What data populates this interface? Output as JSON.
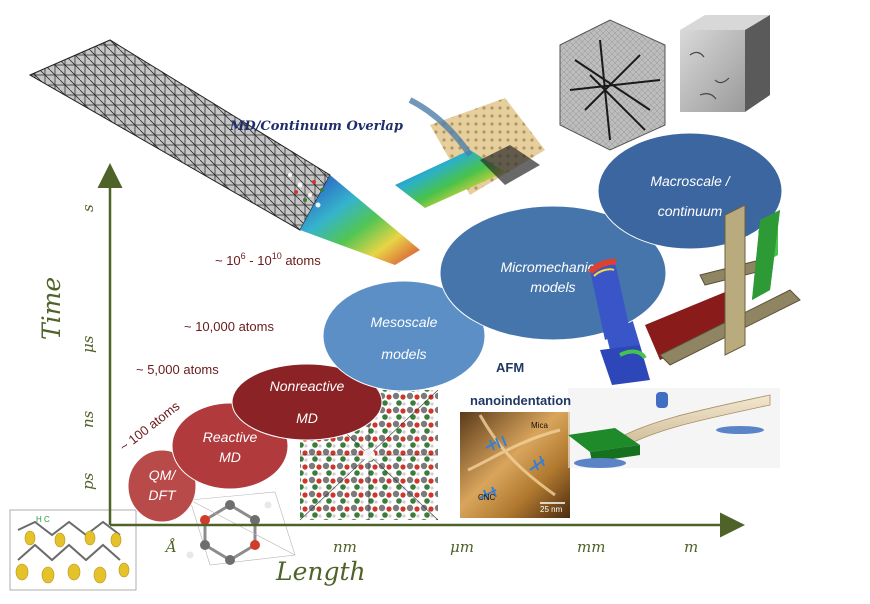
{
  "axes": {
    "x_title": "Length",
    "y_title": "Time",
    "x_ticks": [
      "Å",
      "nm",
      "μm",
      "mm",
      "m"
    ],
    "y_ticks": [
      "ps",
      "ns",
      "μs",
      "s"
    ]
  },
  "scales": [
    {
      "key": "qm",
      "lines": [
        "QM/",
        "DFT"
      ],
      "color": "#b94a4a"
    },
    {
      "key": "reactive",
      "lines": [
        "Reactive",
        "MD"
      ],
      "color": "#b03a3c"
    },
    {
      "key": "nonreactive",
      "lines": [
        "Nonreactive",
        "MD"
      ],
      "color": "#8b2326"
    },
    {
      "key": "mesoscale",
      "lines": [
        "Mesoscale",
        "models"
      ],
      "color": "#5b8fc6"
    },
    {
      "key": "micromechanical",
      "lines": [
        "Micromechanical",
        "models"
      ],
      "color": "#4675ac"
    },
    {
      "key": "macroscale",
      "lines": [
        "Macroscale /",
        "continuum"
      ],
      "color": "#3c66a0"
    }
  ],
  "atom_counts": [
    {
      "key": "c100",
      "text": "~ 100 atoms"
    },
    {
      "key": "c5000",
      "text": "~ 5,000 atoms"
    },
    {
      "key": "c10000",
      "text": "~ 10,000 atoms"
    }
  ],
  "atom_range": {
    "prefix": "~ 10",
    "exp1": "6",
    "sep": " -  10",
    "exp2": "10",
    "suffix": " atoms"
  },
  "overlap_label": "MD/Continuum Overlap",
  "afm_label": [
    "AFM",
    "nanoindentation"
  ],
  "afm_image_labels": {
    "mica": "Mica",
    "cnc": "CNC",
    "scale": "25 nm"
  },
  "structure_label": "H C",
  "colors": {
    "axis": "#4f6228",
    "atom_text": "#6b1a1a",
    "overlap_text": "#1f2d6b",
    "afm_text": "#1f3864"
  }
}
